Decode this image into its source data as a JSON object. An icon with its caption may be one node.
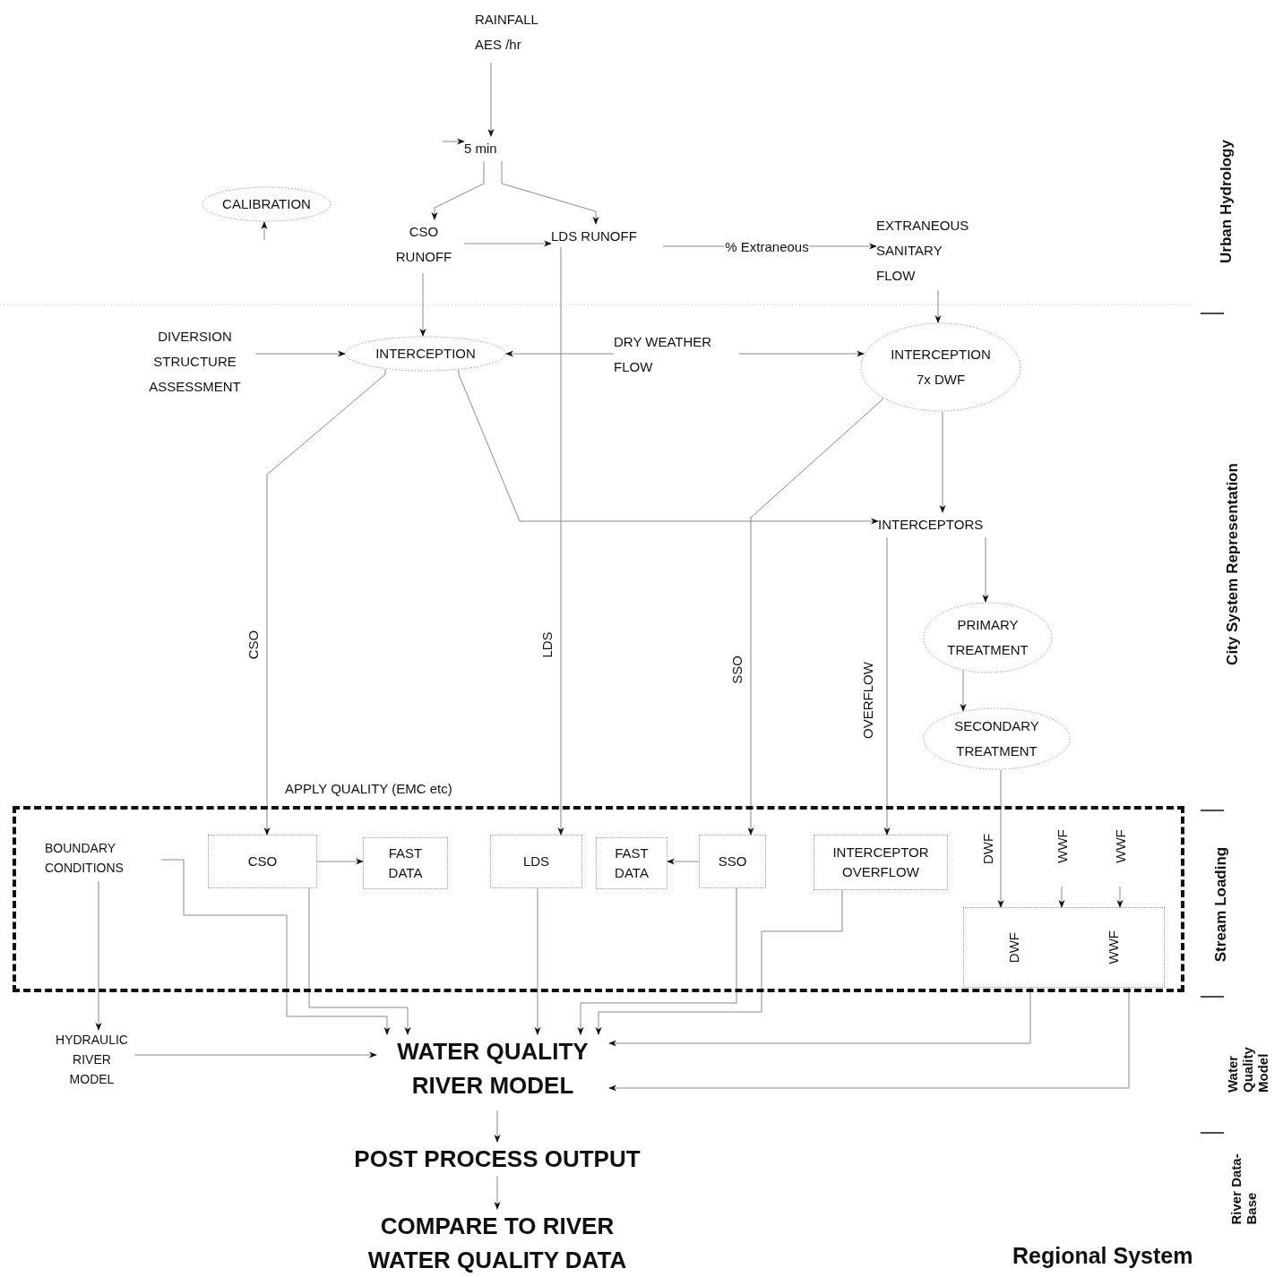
{
  "diagram": {
    "nodes": [
      {
        "text": [
          "RAINFALL AES /hr"
        ]
      },
      {
        "text": [
          "5 min"
        ]
      },
      {
        "text": [
          "CALIBRATION"
        ]
      },
      {
        "text": [
          "CSO RUNOFF"
        ]
      },
      {
        "text": [
          "LDS RUNOFF"
        ]
      },
      {
        "text": [
          "EXTRANEOUS SANITARY FLOW"
        ]
      },
      {
        "text": [
          "DIVERSION STRUCTURE ASSESSMENT"
        ]
      },
      {
        "text": [
          "INTERCEPTION"
        ]
      },
      {
        "text": [
          "DRY WEATHER FLOW"
        ]
      },
      {
        "text": [
          "INTERCEPTION 7x DWF"
        ]
      },
      {
        "text": [
          "INTERCEPTORS"
        ]
      },
      {
        "text": [
          "PRIMARY TREATMENT"
        ]
      },
      {
        "text": [
          "SECONDARY TREATMENT"
        ]
      },
      {
        "text": [],
        "shape": "box"
      },
      {
        "text": [
          "BOUNDARY CONDITIONS"
        ],
        "in": 13
      },
      {
        "text": [
          "CSO"
        ],
        "in": 13
      },
      {
        "text": [
          "FAST DATA"
        ],
        "in": 13
      },
      {
        "text": [
          "LDS"
        ],
        "in": 13
      },
      {
        "text": [
          "FAST DATA"
        ],
        "in": 13
      },
      {
        "text": [
          "SSO"
        ],
        "in": 13
      },
      {
        "text": [
          "INTERCEPTOR OVERFLOW"
        ],
        "in": 13
      },
      {
        "text": [
          "DWF",
          "WWF"
        ],
        "in": 13
      },
      {
        "text": [
          "HYDRAULIC RIVER MODEL"
        ]
      },
      {
        "text": [
          "WATER QUALITY RIVER MODEL"
        ]
      },
      {
        "text": [
          "POST PROCESS OUTPUT"
        ]
      },
      {
        "text": [
          "COMPARE TO RIVER WATER QUALITY DATA"
        ]
      }
    ],
    "edges": [
      {
        "from": 0,
        "to": 1,
        "arrow": "to"
      },
      {
        "from": null,
        "to": 1,
        "arrow": "to"
      },
      {
        "from": null,
        "to": 2,
        "arrow": "to"
      },
      {
        "from": 1,
        "to": 3,
        "arrow": "to"
      },
      {
        "from": 1,
        "to": 4,
        "arrow": "to"
      },
      {
        "from": 3,
        "to": 4,
        "arrow": "to"
      },
      {
        "from": 4,
        "to": 5,
        "arrow": "to",
        "label": "% Extraneous"
      },
      {
        "from": 3,
        "to": 7,
        "arrow": "to"
      },
      {
        "from": 6,
        "to": 7,
        "arrow": "to"
      },
      {
        "from": 8,
        "to": 7,
        "arrow": "to"
      },
      {
        "from": 8,
        "to": 9,
        "arrow": "to"
      },
      {
        "from": 5,
        "to": 9,
        "arrow": "to"
      },
      {
        "from": 7,
        "to": 15,
        "arrow": "to",
        "label": "CSO"
      },
      {
        "from": 7,
        "to": 10,
        "arrow": "to"
      },
      {
        "from": 4,
        "to": 17,
        "arrow": "to",
        "label": "LDS"
      },
      {
        "from": 9,
        "to": 19,
        "arrow": "to",
        "label": "SSO"
      },
      {
        "from": 9,
        "to": 10,
        "arrow": "to"
      },
      {
        "from": 10,
        "to": 11,
        "arrow": "to"
      },
      {
        "from": 10,
        "to": 20,
        "arrow": "to",
        "label": "OVERFLOW"
      },
      {
        "from": 11,
        "to": 12,
        "arrow": "to"
      },
      {
        "from": 12,
        "to": 21,
        "arrow": "to",
        "label": "DWF"
      },
      {
        "from": null,
        "to": 21,
        "arrow": "to",
        "label": "WWF"
      },
      {
        "from": null,
        "to": 21,
        "arrow": "to",
        "label": "WWF"
      },
      {
        "from": 15,
        "to": 16,
        "arrow": "to"
      },
      {
        "from": 19,
        "to": 18,
        "arrow": "to"
      },
      {
        "from": 15,
        "to": 23,
        "arrow": "to"
      },
      {
        "from": 14,
        "to": 23,
        "arrow": "to"
      },
      {
        "from": 17,
        "to": 23,
        "arrow": "to"
      },
      {
        "from": 19,
        "to": 23,
        "arrow": "to"
      },
      {
        "from": 20,
        "to": 23,
        "arrow": "to"
      },
      {
        "from": 14,
        "to": 22,
        "arrow": "to"
      },
      {
        "from": 22,
        "to": 23,
        "arrow": "to"
      },
      {
        "from": 21,
        "to": 23,
        "arrow": "to"
      },
      {
        "from": 21,
        "to": 23,
        "arrow": "to"
      },
      {
        "from": 23,
        "to": 24,
        "arrow": "to"
      },
      {
        "from": 24,
        "to": 25,
        "arrow": "to"
      }
    ],
    "labels": [
      "Urban Hydrology",
      "City System Representation",
      "APPLY QUALITY (EMC etc)",
      "Stream Loading",
      "Water Quality Model",
      "River Data-Base",
      "Regional System"
    ]
  }
}
